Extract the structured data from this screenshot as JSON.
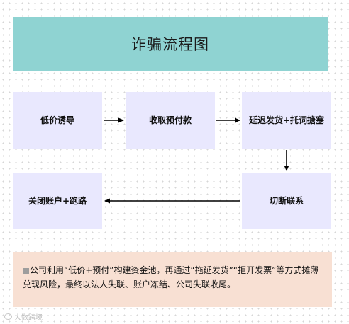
{
  "title": "诈骗流程图",
  "steps": [
    {
      "label": "低价诱导"
    },
    {
      "label": "收取预付款"
    },
    {
      "label": "延迟发货+托词搪塞"
    },
    {
      "label": "切断联系"
    },
    {
      "label": "关闭账户+跑路"
    }
  ],
  "note": {
    "text": "公司利用“低价+预付”构建资金池，再通过“拖延发货”“拒开发票”等方式摊薄兑现风险，最终以法人失联、账户冻结、公司失联收尾。"
  },
  "watermark": {
    "text": "大数跨境"
  },
  "colors": {
    "title_bg": "#8fd3d2",
    "node_bg": "#e9e8fe",
    "note_bg": "#f8e0d3",
    "arrow": "#000000"
  }
}
